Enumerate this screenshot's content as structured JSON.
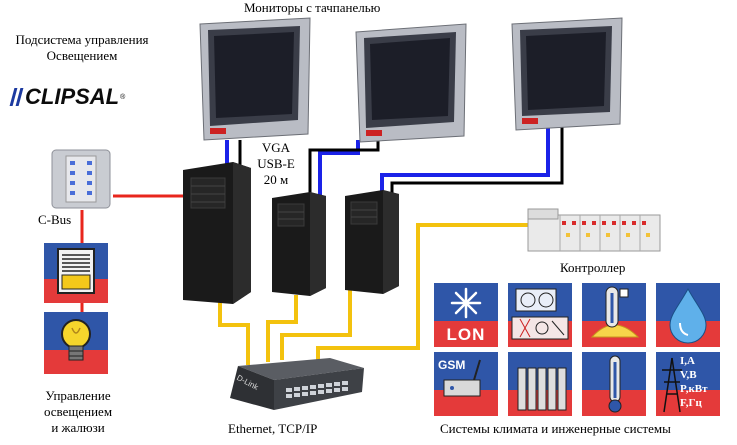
{
  "labels": {
    "monitors": "Мониторы с тачпанелью",
    "subsystem_line1": "Подсистема управления",
    "subsystem_line2": "Освещением",
    "vga": "VGA",
    "usb": "USB-E",
    "length": "20 м",
    "cbus": "C-Bus",
    "controller": "Контроллер",
    "lighting_line1": "Управление",
    "lighting_line2": "освещением",
    "lighting_line3": "и жалюзи",
    "ethernet": "Ethernet, TCP/IP",
    "climate": "Системы климата и инженерные системы",
    "switch_brand": "D-Link"
  },
  "logo": {
    "text": "CLIPSAL",
    "reg": "®"
  },
  "tiles": {
    "lon": "LON",
    "gsm": "GSM",
    "meter_line1": "I,A",
    "meter_line2": "V,B",
    "meter_line3": "P,кВт",
    "meter_line4": "F,Гц"
  },
  "colors": {
    "blue_cable": "#1a22e8",
    "black_cable": "#000000",
    "yellow_cable": "#f3c20e",
    "red_cable": "#e8261d",
    "tile_blue": "#2f56a8",
    "tile_red": "#e43a3a"
  }
}
